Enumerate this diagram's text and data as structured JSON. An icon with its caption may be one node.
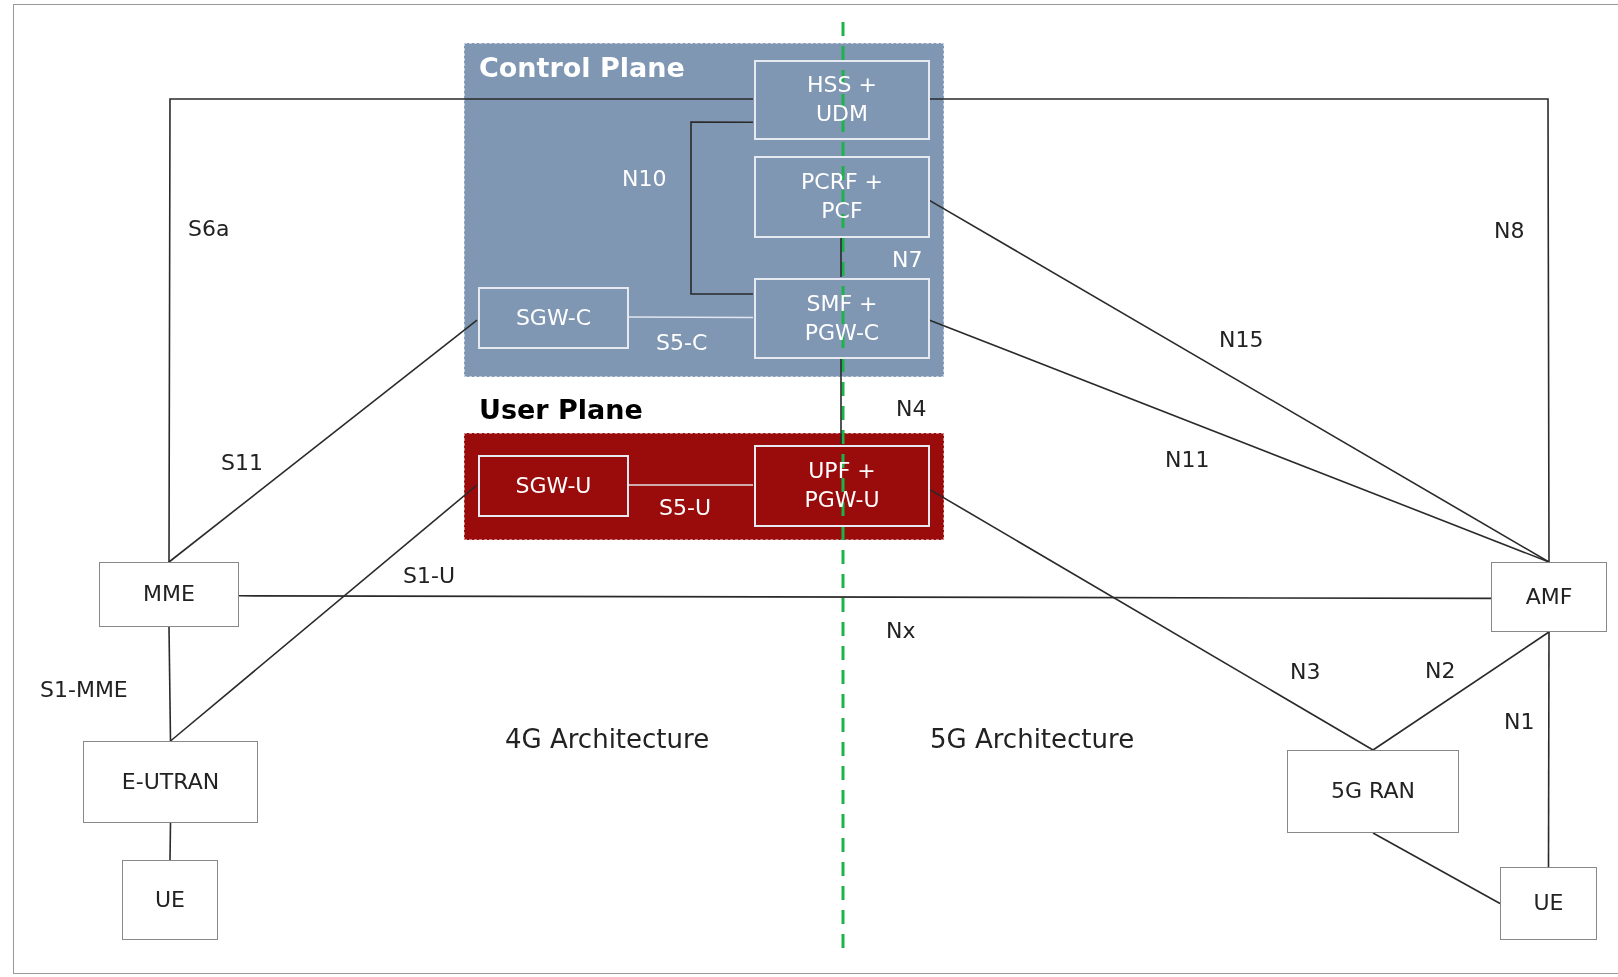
{
  "diagram": {
    "nodes": [
      {
        "text": [
          "Control Plane"
        ]
      },
      {
        "text": [
          "HSS + UDM"
        ],
        "in": 0
      },
      {
        "text": [
          "PCRF + PCF"
        ],
        "in": 0
      },
      {
        "text": [
          "SMF + PGW-C"
        ],
        "in": 0
      },
      {
        "text": [
          "SGW-C"
        ],
        "in": 0
      },
      {
        "text": [
          "User Plane"
        ]
      },
      {
        "text": [
          "SGW-U"
        ],
        "in": 5
      },
      {
        "text": [
          "UPF + PGW-U"
        ],
        "in": 5
      },
      {
        "text": [
          "MME"
        ]
      },
      {
        "text": [
          "E-UTRAN"
        ]
      },
      {
        "text": [
          "UE"
        ]
      },
      {
        "text": [
          "AMF"
        ]
      },
      {
        "text": [
          "5G RAN"
        ]
      },
      {
        "text": [
          "UE"
        ]
      }
    ],
    "edges": [
      {
        "from": 8,
        "to": 1,
        "arrow": "none",
        "label": "S6a"
      },
      {
        "from": 11,
        "to": 1,
        "arrow": "none",
        "label": "N8"
      },
      {
        "from": 1,
        "to": 3,
        "arrow": "none",
        "label": "N10"
      },
      {
        "from": 2,
        "to": 3,
        "arrow": "none",
        "label": "N7"
      },
      {
        "from": 4,
        "to": 3,
        "arrow": "none",
        "label": "S5-C",
        "color": "#e0e6ee"
      },
      {
        "from": 3,
        "to": 7,
        "arrow": "none",
        "label": "N4"
      },
      {
        "from": 6,
        "to": 7,
        "arrow": "none",
        "label": "S5-U",
        "color": "#e0e0e0"
      },
      {
        "from": 2,
        "to": 11,
        "arrow": "none",
        "label": "N15"
      },
      {
        "from": 3,
        "to": 11,
        "arrow": "none",
        "label": "N11"
      },
      {
        "from": 4,
        "to": 8,
        "arrow": "none",
        "label": "S11"
      },
      {
        "from": 6,
        "to": 9,
        "arrow": "none",
        "label": "S1-U"
      },
      {
        "from": 7,
        "to": 12,
        "arrow": "none",
        "label": "N3"
      },
      {
        "from": 8,
        "to": 11,
        "arrow": "none",
        "label": "Nx"
      },
      {
        "from": 8,
        "to": 9,
        "arrow": "none",
        "label": "S1-MME"
      },
      {
        "from": 9,
        "to": 10,
        "arrow": "none"
      },
      {
        "from": 11,
        "to": 12,
        "arrow": "none",
        "label": "N2"
      },
      {
        "from": 11,
        "to": 13,
        "arrow": "none",
        "label": "N1"
      },
      {
        "from": 12,
        "to": 13,
        "arrow": "none"
      }
    ],
    "labels": [
      "4G Architecture",
      "5G Architecture"
    ]
  }
}
